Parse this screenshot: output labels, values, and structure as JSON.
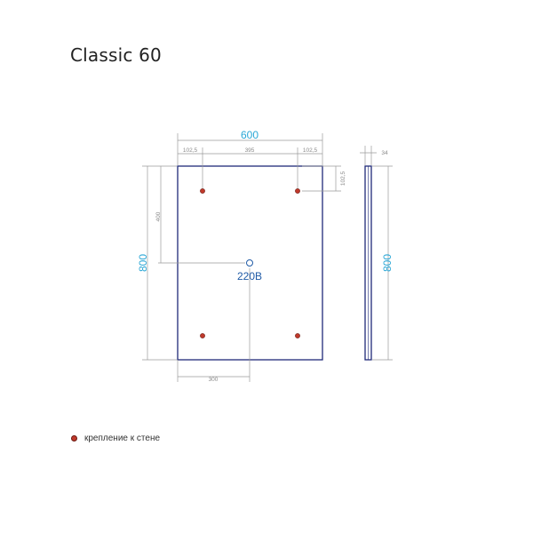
{
  "title": "Classic 60",
  "front_view": {
    "width_label": "600",
    "height_label": "800",
    "offset_left_label": "102,5",
    "offset_mid_label": "395",
    "offset_right_label": "102,5",
    "offset_top_label": "102,5",
    "socket_height_label": "400",
    "socket_x_label": "300",
    "socket_label": "220В"
  },
  "side_view": {
    "depth_label": "34",
    "height_label": "800"
  },
  "legend": {
    "mount_label": "крепление к стене"
  },
  "colors": {
    "frame": "#1f2a78",
    "dim_accent": "#2aa7d6",
    "mount_dot": "#c0392b",
    "socket": "#1f5aa6"
  }
}
